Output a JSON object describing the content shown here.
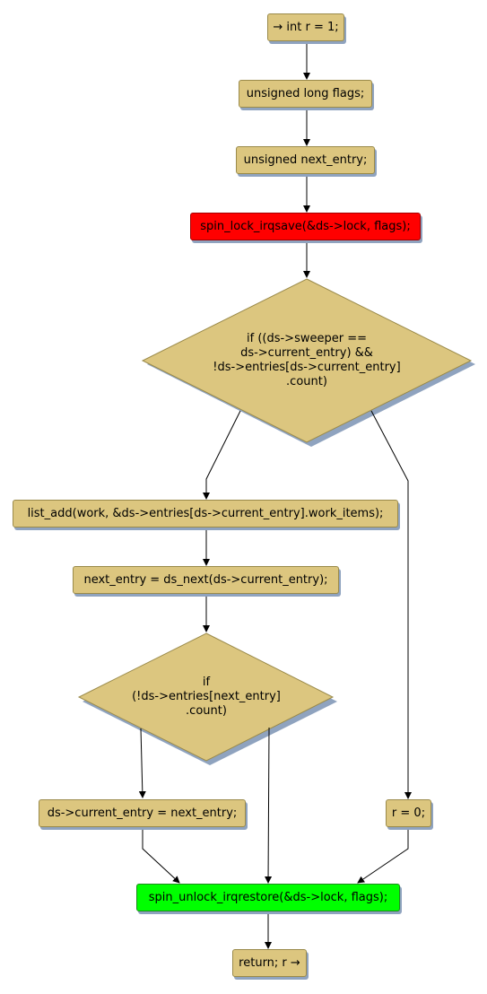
{
  "flowchart": {
    "nodes": {
      "start": "→ int r = 1;",
      "flags": "unsigned long flags;",
      "next_entry_decl": "unsigned next_entry;",
      "lock": "spin_lock_irqsave(&ds->lock, flags);",
      "cond1": "if ((ds->sweeper ==\nds->current_entry) &&\n!ds->entries[ds->current_entry]\n.count)",
      "list_add": "list_add(work, &ds->entries[ds->current_entry].work_items);",
      "next_assign": "next_entry = ds_next(ds->current_entry);",
      "cond2": "if\n(!ds->entries[next_entry]\n.count)",
      "current_assign": "ds->current_entry = next_entry;",
      "r_zero": "r = 0;",
      "unlock": "spin_unlock_irqrestore(&ds->lock, flags);",
      "ret": "return; r →"
    },
    "colors": {
      "node_fill": "#dcc67f",
      "node_border": "#9a8a4a",
      "shadow": "#8fa3bf",
      "lock_fill": "#ff0000",
      "unlock_fill": "#00ff00",
      "edge": "#000000"
    }
  }
}
